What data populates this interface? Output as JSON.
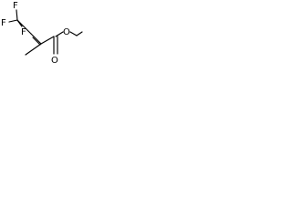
{
  "molecule": {
    "atoms": {
      "fluorine_top": "F",
      "fluorine_left": "F",
      "fluorine_bottom": "F",
      "carbonyl_oxygen": "O",
      "ester_oxygen": "O"
    },
    "colors": {
      "bond": "#000000",
      "label": "#000000",
      "background": "#ffffff"
    }
  }
}
